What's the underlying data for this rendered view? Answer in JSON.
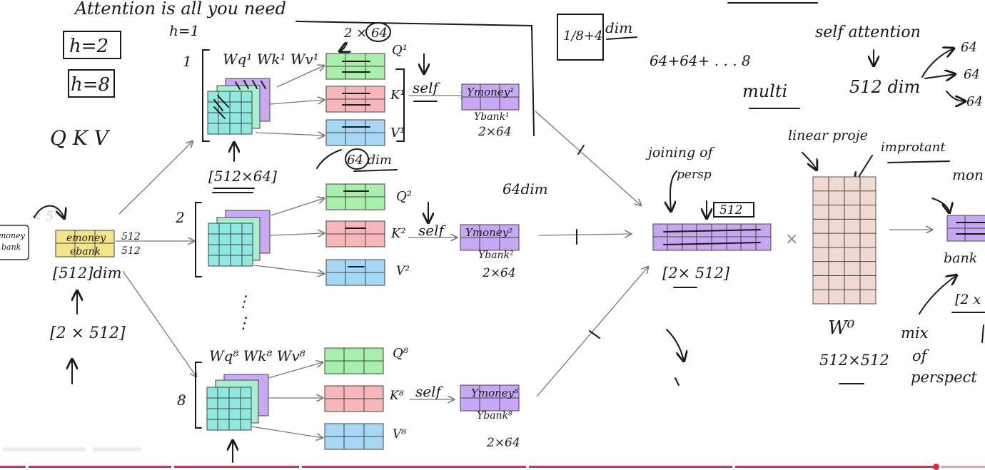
{
  "title": "Attention is all you need",
  "h_top": "h=1",
  "boxes": {
    "h2": "h=2",
    "h8": "h=8"
  },
  "qkv": "Q K V",
  "input": {
    "word1": "money",
    "word2": "bank",
    "emb1": "emoney",
    "emb2": "ebank",
    "d1": "512",
    "d2": "512",
    "dim_label": "[512]dim",
    "shape": "[2 × 512]",
    "faint_text": "< 5"
  },
  "heads": [
    {
      "num": "1",
      "weights": "Wq¹ Wk¹ Wv¹",
      "q": "Q¹",
      "k": "K¹",
      "v": "V¹",
      "self": "self",
      "y1": "Ymoney¹",
      "y2": "Ybank¹",
      "out": "2×64",
      "qshape": "2 × 64",
      "vdim": "64 dim",
      "wshape": "[512×64]"
    },
    {
      "num": "2",
      "weights": "",
      "q": "Q²",
      "k": "K²",
      "v": "V²",
      "self": "self",
      "y1": "Ymoney²",
      "y2": "Ybank²",
      "out": "2×64",
      "extra": "64dim"
    },
    {
      "num": "8",
      "weights": "Wq⁸ Wk⁸ Wv⁸",
      "q": "Q⁸",
      "k": "K⁸",
      "v": "V⁸",
      "self": "self",
      "y1": "Ymoney⁸",
      "y2": "Ybank⁸",
      "out": "2×64"
    }
  ],
  "dots": "⋮",
  "scale_box": "1/8+4",
  "scale_dim": "dim",
  "concat_sum": "64+64+ . . . 8",
  "joining": "joining of",
  "persp": "persp",
  "concat_dim": "512",
  "concat_shape": "[2× 512]",
  "self_attention": "self attention",
  "dim512": "512 dim",
  "multi": "multi",
  "branches": [
    "64",
    "64",
    "64"
  ],
  "linear": "linear proje",
  "important": "improtant",
  "times": "×",
  "wo": "W⁰",
  "wo_shape": "512×512",
  "mix": [
    "mix",
    "of",
    "perspect"
  ],
  "right_partial": {
    "mon": "mon",
    "bank": "bank",
    "shape": "[2 x"
  },
  "progress": {
    "played": 0.95
  },
  "colors": {
    "green": "#a8efab",
    "pink": "#f7b6ba",
    "blue": "#a6d8f6",
    "purple": "#c7a8f4",
    "yellow": "#f6e588",
    "teal": "#86ecd8",
    "tan": "#f0d9d0",
    "concat": "#c9a6f2"
  }
}
